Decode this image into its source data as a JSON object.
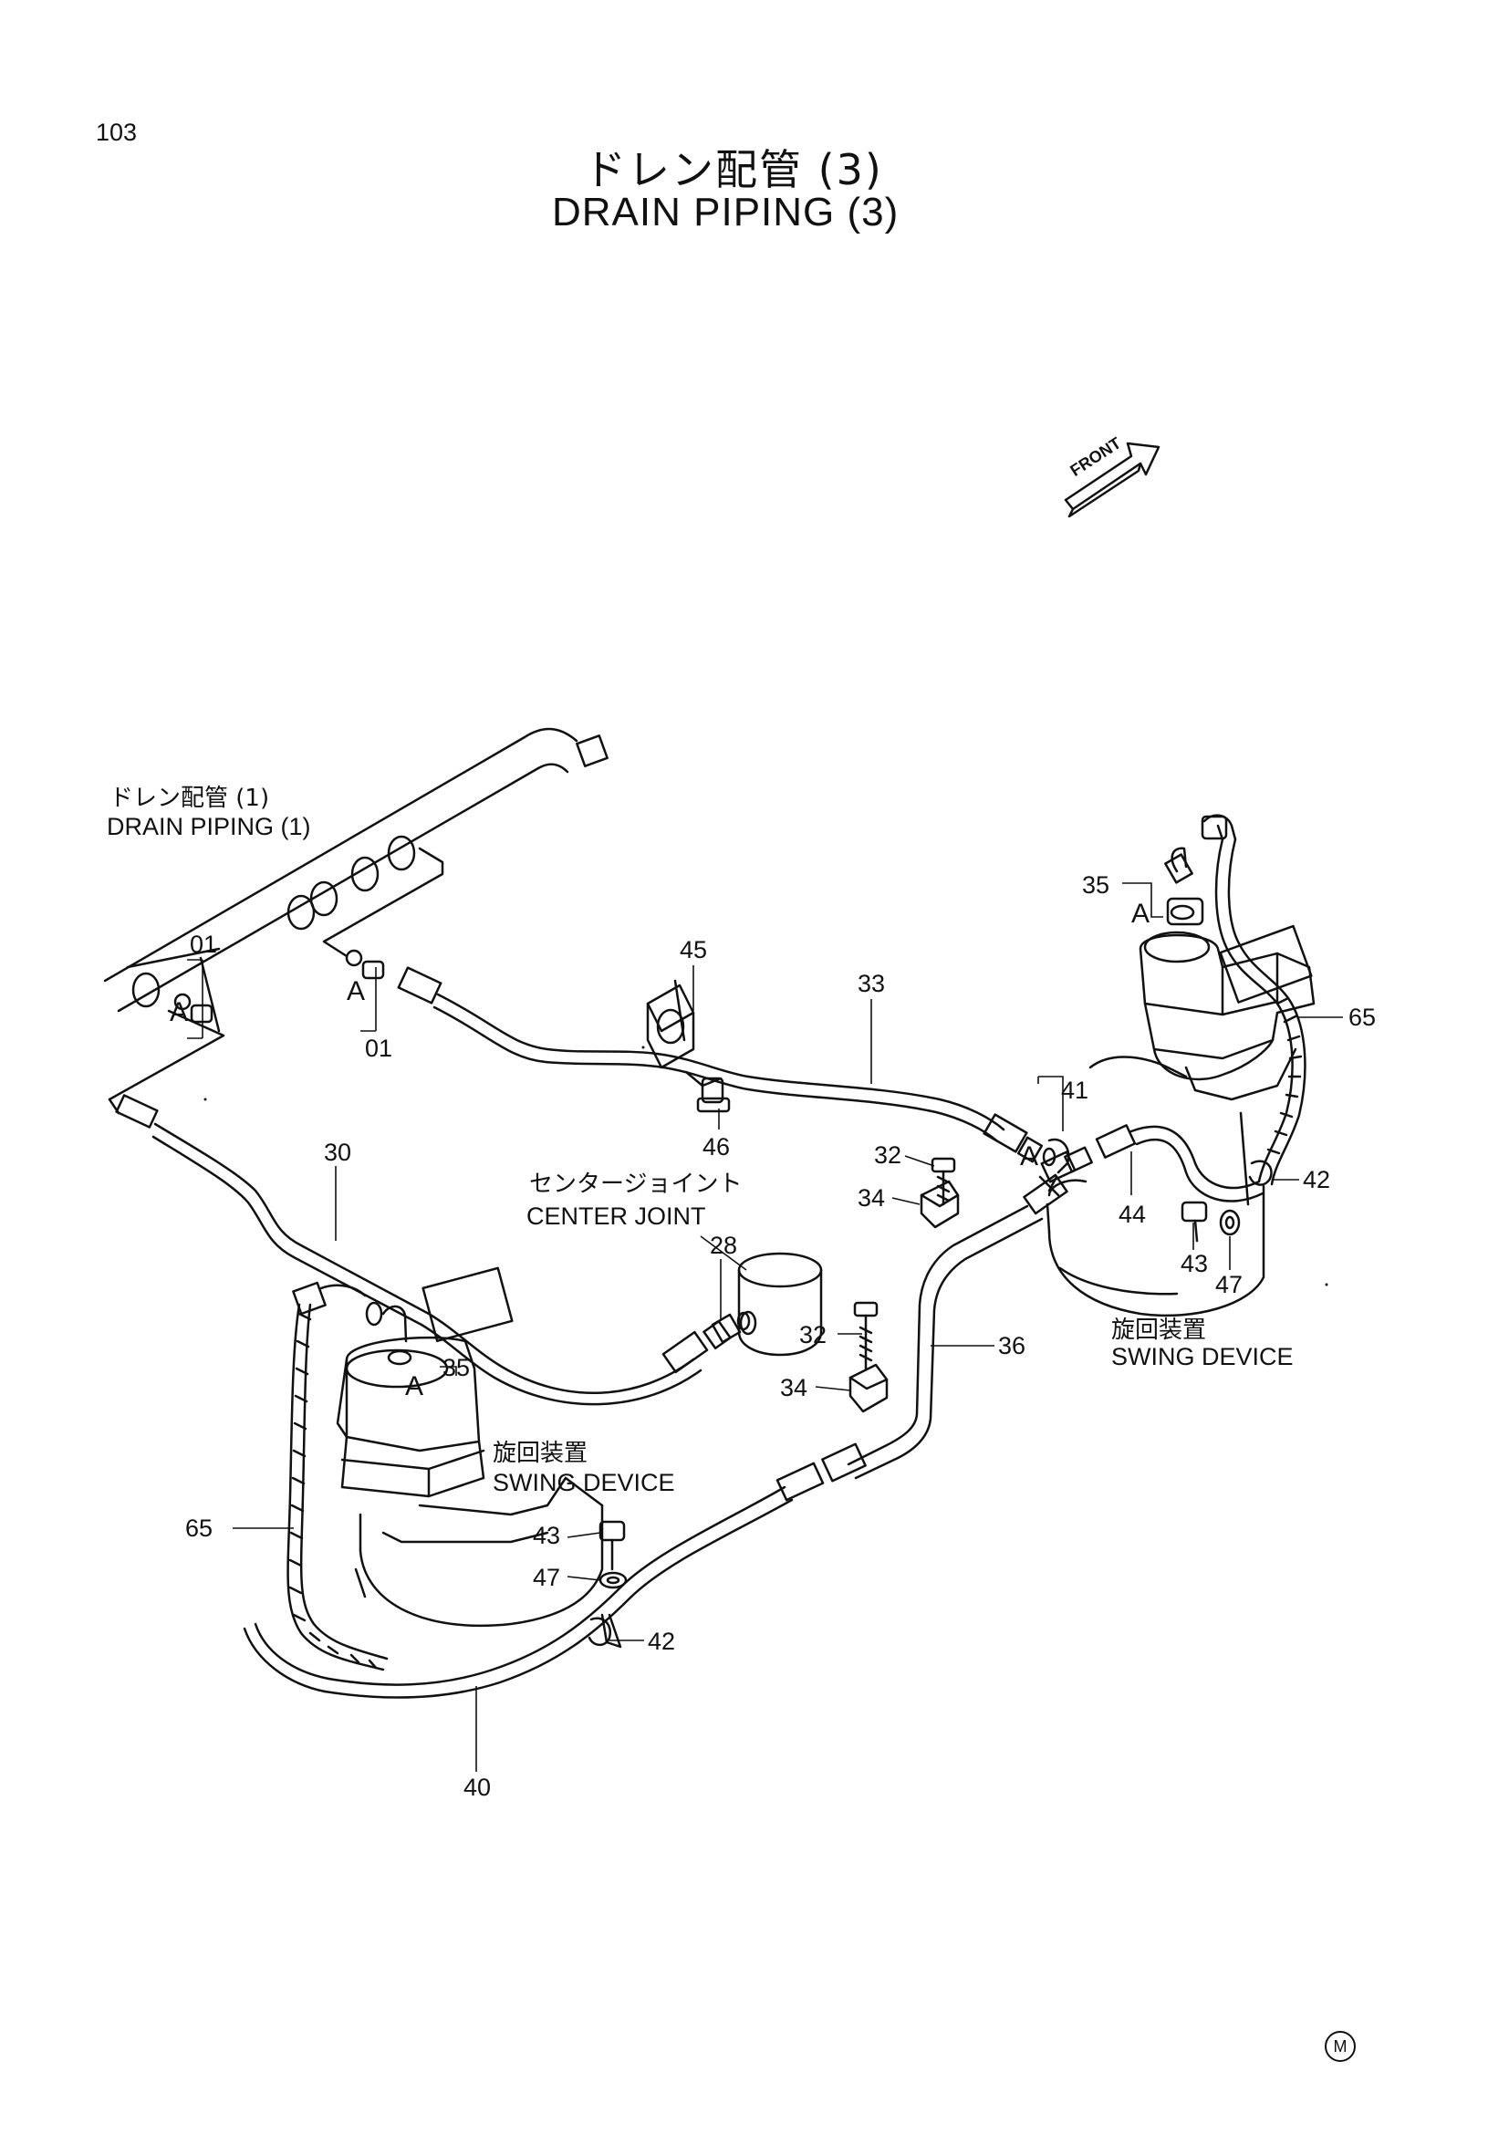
{
  "page_number": "103",
  "title_jp": "ドレン配管 (3)",
  "title_en": "DRAIN PIPING (3)",
  "front_label": "FRONT",
  "references": {
    "drain_piping_1_jp": "ドレン配管 (1)",
    "drain_piping_1_en": "DRAIN PIPING (1)",
    "center_joint_jp": "センタージョイント",
    "center_joint_en": "CENTER JOINT",
    "swing_device_jp": "旋回装置",
    "swing_device_en": "SWING DEVICE"
  },
  "view_marker": "A",
  "part_numbers": {
    "p01": "01",
    "p28": "28",
    "p30": "30",
    "p32": "32",
    "p33": "33",
    "p34": "34",
    "p35": "35",
    "p36": "36",
    "p40": "40",
    "p41": "41",
    "p42": "42",
    "p43": "43",
    "p44": "44",
    "p45": "45",
    "p46": "46",
    "p47": "47",
    "p65": "65"
  },
  "manufacturer_mark": "M"
}
